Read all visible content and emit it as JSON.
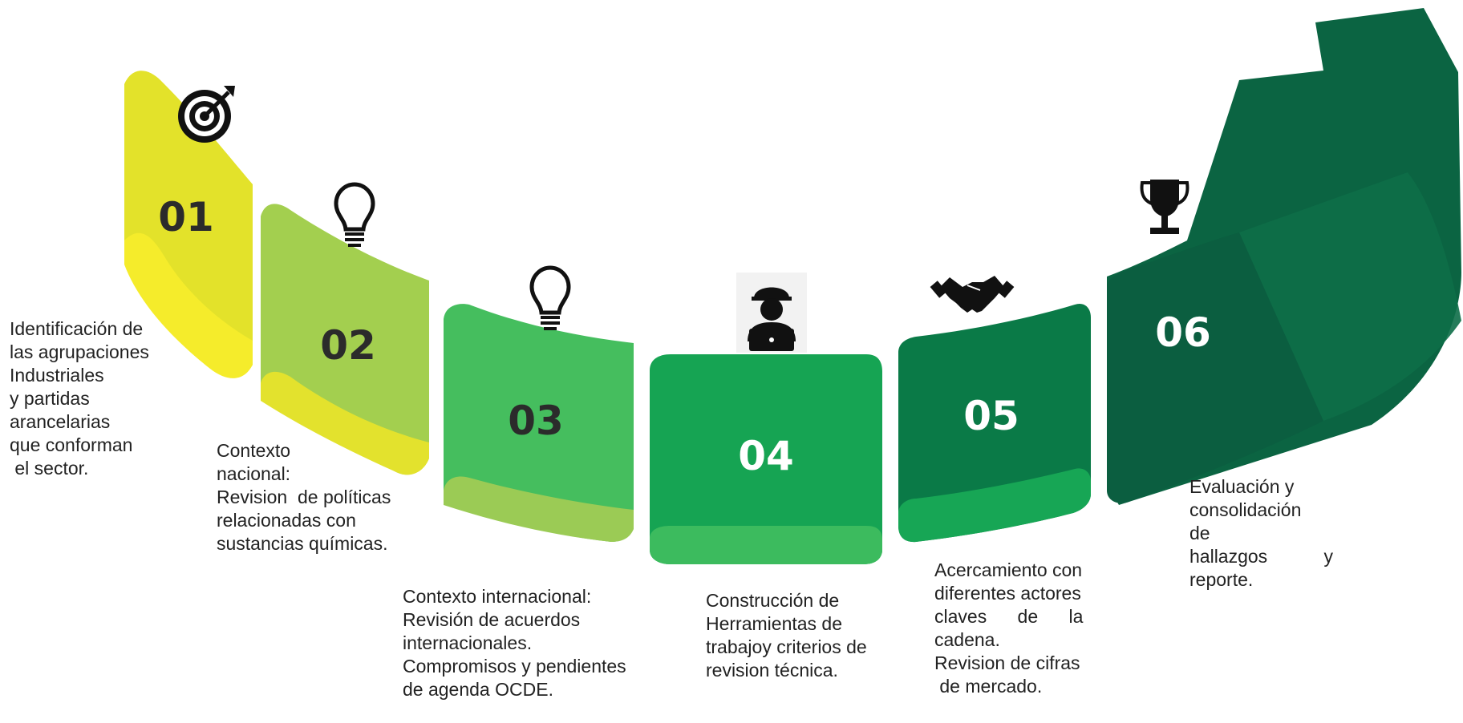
{
  "steps": [
    {
      "number": "01",
      "color": "#e3e22a",
      "shadow": "#f4ec2a",
      "text_color": "#2b2b2b",
      "icon": "target-icon",
      "description": [
        "Identificación de",
        "las agrupaciones",
        "Industriales",
        "y partidas",
        "arancelarias",
        "que conforman",
        " el sector."
      ]
    },
    {
      "number": "02",
      "color": "#a3cf4f",
      "shadow": "#e6e22e",
      "text_color": "#2b2b2b",
      "icon": "lightbulb-icon",
      "description": [
        "Contexto",
        "nacional:",
        "Revision  de políticas",
        "relacionadas con",
        "sustancias químicas."
      ]
    },
    {
      "number": "03",
      "color": "#45be5e",
      "shadow": "#9ccc55",
      "text_color": "#2b2b2b",
      "icon": "lightbulb-icon",
      "description": [
        "Contexto internacional:",
        "Revisión de acuerdos",
        "internacionales.",
        "Compromisos y pendientes",
        "de agenda OCDE."
      ]
    },
    {
      "number": "04",
      "color": "#16a453",
      "shadow": "#3cbb5e",
      "text_color": "#ffffff",
      "icon": "worker-laptop-icon",
      "description": [
        "Construcción de",
        "Herramientas de",
        "trabajoy criterios de",
        "revision técnica."
      ]
    },
    {
      "number": "05",
      "color": "#0a7a47",
      "shadow": "#17a655",
      "text_color": "#ffffff",
      "icon": "handshake-icon",
      "description": [
        "Acercamiento con",
        "diferentes actores",
        "claves      de      la",
        "cadena.",
        "Revision de cifras",
        " de mercado."
      ]
    },
    {
      "number": "06",
      "color": "#0b5e40",
      "shadow": "#0c7647",
      "text_color": "#ffffff",
      "icon": "trophy-icon",
      "description": [
        "Evaluación y",
        "consolidación",
        "de",
        "hallazgos           y",
        "reporte."
      ]
    }
  ]
}
